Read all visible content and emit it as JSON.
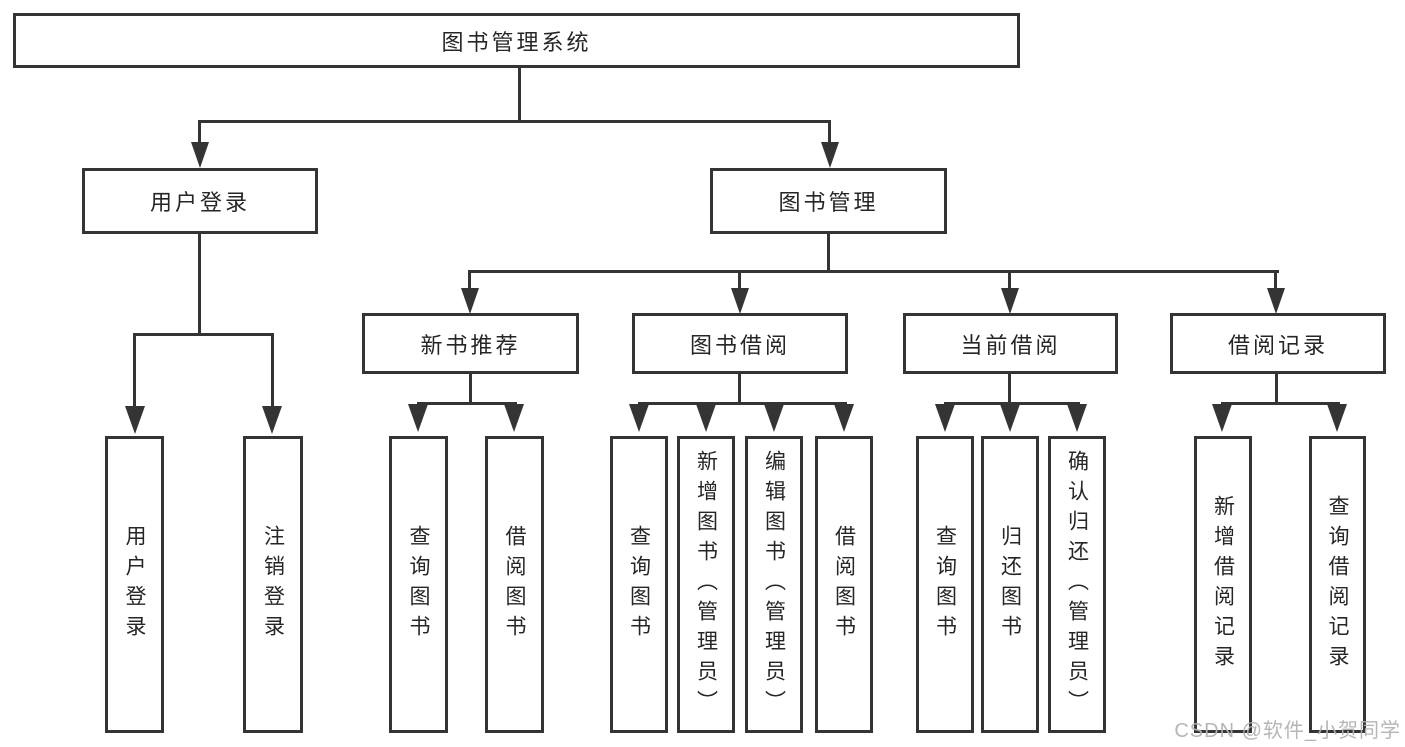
{
  "nodes": {
    "root": {
      "label": "图书管理系统"
    },
    "user_login": {
      "label": "用户登录"
    },
    "book_mgmt": {
      "label": "图书管理"
    },
    "new_book_rec": {
      "label": "新书推荐"
    },
    "book_borrow": {
      "label": "图书借阅"
    },
    "current_borrow": {
      "label": "当前借阅"
    },
    "borrow_record": {
      "label": "借阅记录"
    },
    "leaf_user_login": {
      "label": "用户登录"
    },
    "leaf_logout": {
      "label": "注销登录"
    },
    "leaf_nb_query": {
      "label": "查询图书"
    },
    "leaf_nb_borrow": {
      "label": "借阅图书"
    },
    "leaf_bb_query": {
      "label": "查询图书"
    },
    "leaf_bb_add": {
      "label": "新增图书（管理员）"
    },
    "leaf_bb_edit": {
      "label": "编辑图书（管理员）"
    },
    "leaf_bb_borrow": {
      "label": "借阅图书"
    },
    "leaf_cb_query": {
      "label": "查询图书"
    },
    "leaf_cb_return": {
      "label": "归还图书"
    },
    "leaf_cb_confirm": {
      "label": "确认归还（管理员）"
    },
    "leaf_br_add": {
      "label": "新增借阅记录"
    },
    "leaf_br_query": {
      "label": "查询借阅记录"
    }
  },
  "watermark": {
    "text": "CSDN @软件_小贺同学"
  },
  "colors": {
    "line": "#343434",
    "text": "#262626",
    "watermark": "#b2b2b2",
    "background": "#ffffff"
  }
}
